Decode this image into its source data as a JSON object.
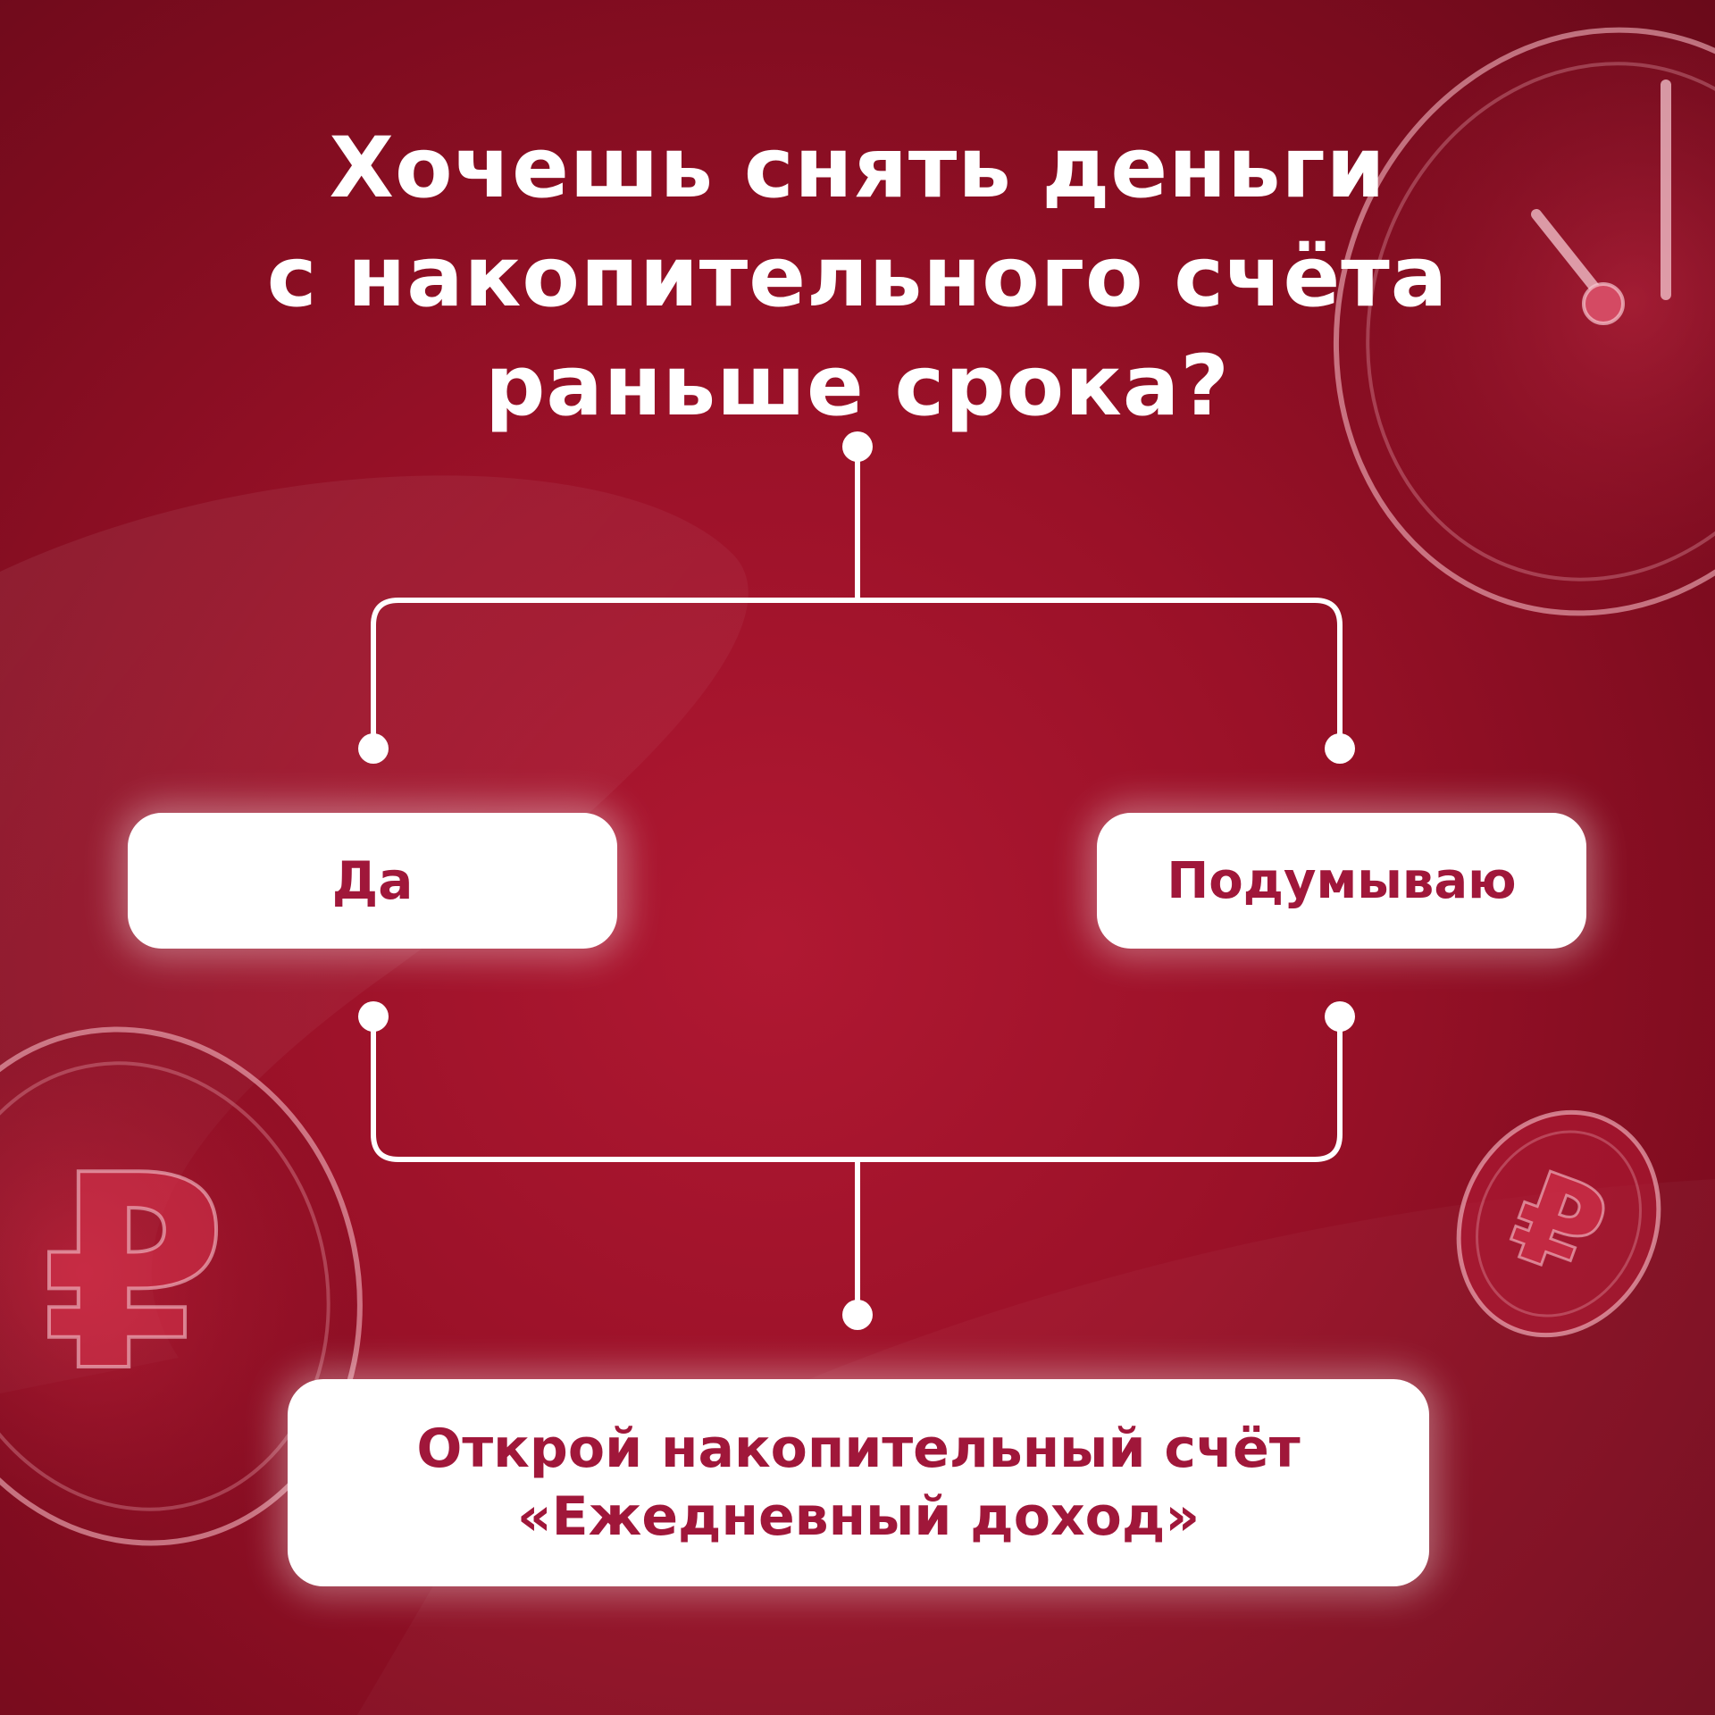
{
  "title": {
    "line1": "Хочешь снять деньги",
    "line2": "с накопительного счёта",
    "line3": "раньше срока?"
  },
  "options": {
    "yes_label": "Да",
    "maybe_label": "Подумываю"
  },
  "result": {
    "line1": "Открой накопительный счёт",
    "line2": "«Ежедневный доход»"
  },
  "decor": {
    "icons": [
      "clock-coin-icon",
      "ruble-coin-icon",
      "ruble-coin-small-icon"
    ]
  },
  "colors": {
    "background": "#9a1128",
    "accent_text": "#a0173a",
    "connector": "#ffffff"
  }
}
